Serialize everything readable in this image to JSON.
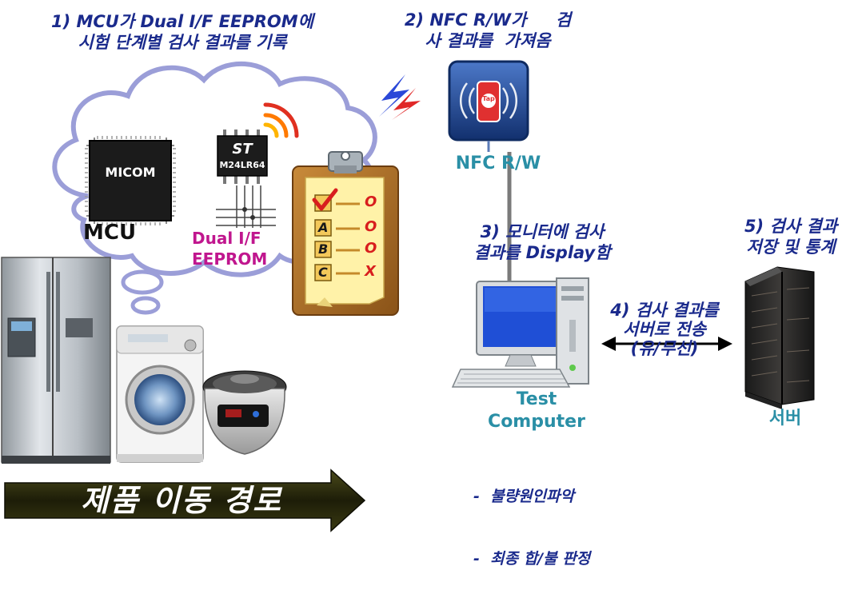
{
  "step1": {
    "line1": "1)  MCU가 Dual I/F EEPROM에",
    "line2": "시험 단계별 검사 결과를 기록"
  },
  "step2": {
    "line1": "2) NFC R/W가     검",
    "line2": "사 결과를  가져옴"
  },
  "step3": {
    "line1": "3) 모니터에 검사",
    "line2": "결과를 Display함"
  },
  "step4": {
    "line1": "4) 검사 결과를",
    "line2": "서버로 전송",
    "line3": "(유/무선)"
  },
  "step5": {
    "line1": "5) 검사 결과",
    "line2": "저장 및 통계"
  },
  "labels": {
    "micom": "MICOM",
    "mcu": "MCU",
    "chip": "M24LR64",
    "chip_logo": "ST",
    "eeprom_line1": "Dual I/F",
    "eeprom_line2": "EEPROM",
    "nfc": "NFC R/W",
    "nfc_tag": "Tap",
    "test_computer_line1": "Test",
    "test_computer_line2": "Computer",
    "server": "서버"
  },
  "checklist": {
    "rows": [
      {
        "key": "",
        "result": "O"
      },
      {
        "key": "A",
        "result": "O"
      },
      {
        "key": "B",
        "result": "O"
      },
      {
        "key": "C",
        "result": "X"
      }
    ]
  },
  "computer_notes": [
    "-  불량원인파악",
    "-  최종 합/불 판정"
  ],
  "flow_arrow": "제품 이동 경로",
  "colors": {
    "step_text": "#1a2a8c",
    "teal": "#2a8fa6",
    "magenta": "#c0168e",
    "cloud_border": "#9b9ed8"
  }
}
